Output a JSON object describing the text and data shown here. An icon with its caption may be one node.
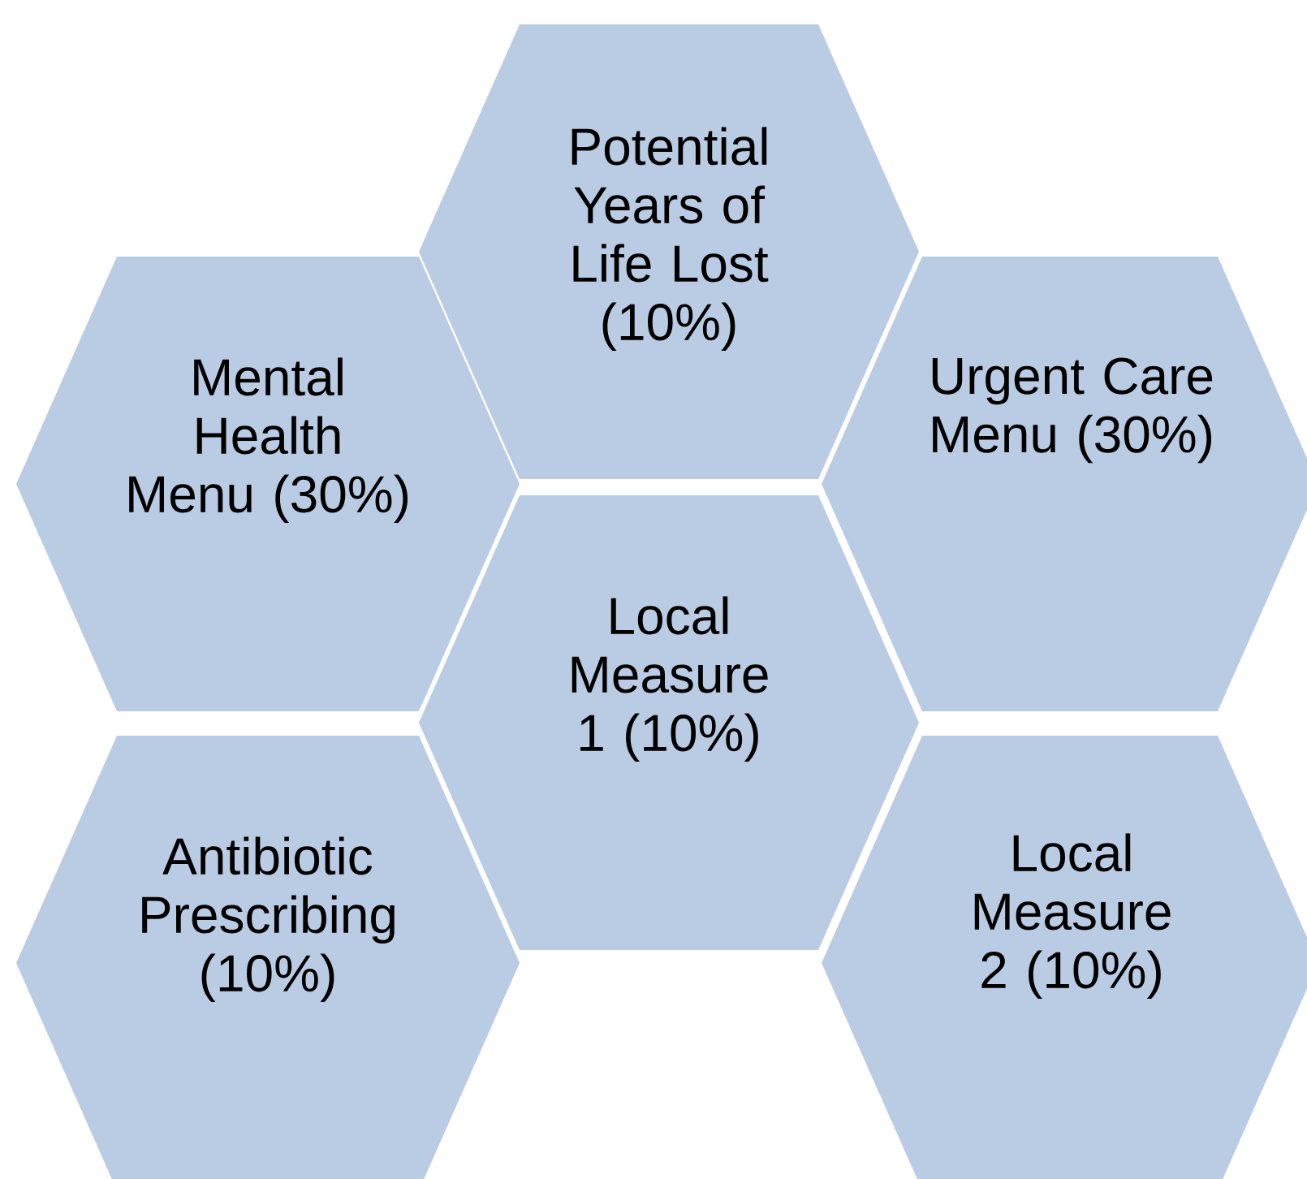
{
  "diagram": {
    "nodes": [
      {
        "text": [
          "Potential Years of Life Lost (10%)"
        ]
      },
      {
        "text": [
          "Mental Health Menu (30%)"
        ]
      },
      {
        "text": [
          "Urgent Care Menu (30%)"
        ]
      },
      {
        "text": [
          "Local Measure 1 (10%)"
        ]
      },
      {
        "text": [
          "Antibiotic Prescribing (10%)"
        ]
      },
      {
        "text": [
          "Local Measure 2 (10%)"
        ]
      }
    ]
  }
}
